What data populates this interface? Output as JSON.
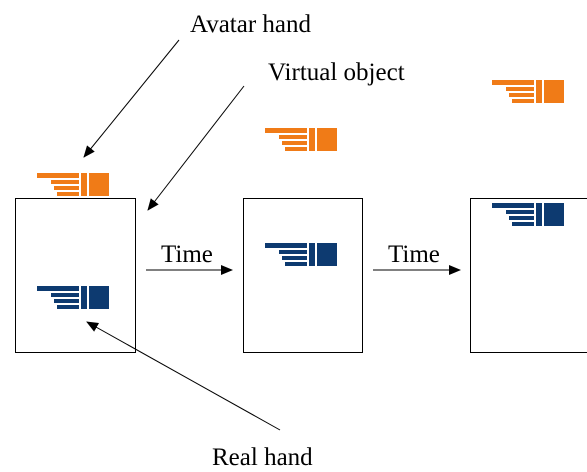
{
  "labels": {
    "avatar_hand": "Avatar hand",
    "virtual_object": "Virtual object",
    "real_hand": "Real hand",
    "time_1": "Time",
    "time_2": "Time"
  },
  "colors": {
    "avatar_hand": "#f07b17",
    "real_hand": "#0d3a70",
    "line": "#000000"
  },
  "icons": {
    "avatar_hand": "pointing-hand-icon",
    "real_hand": "pointing-hand-icon"
  }
}
